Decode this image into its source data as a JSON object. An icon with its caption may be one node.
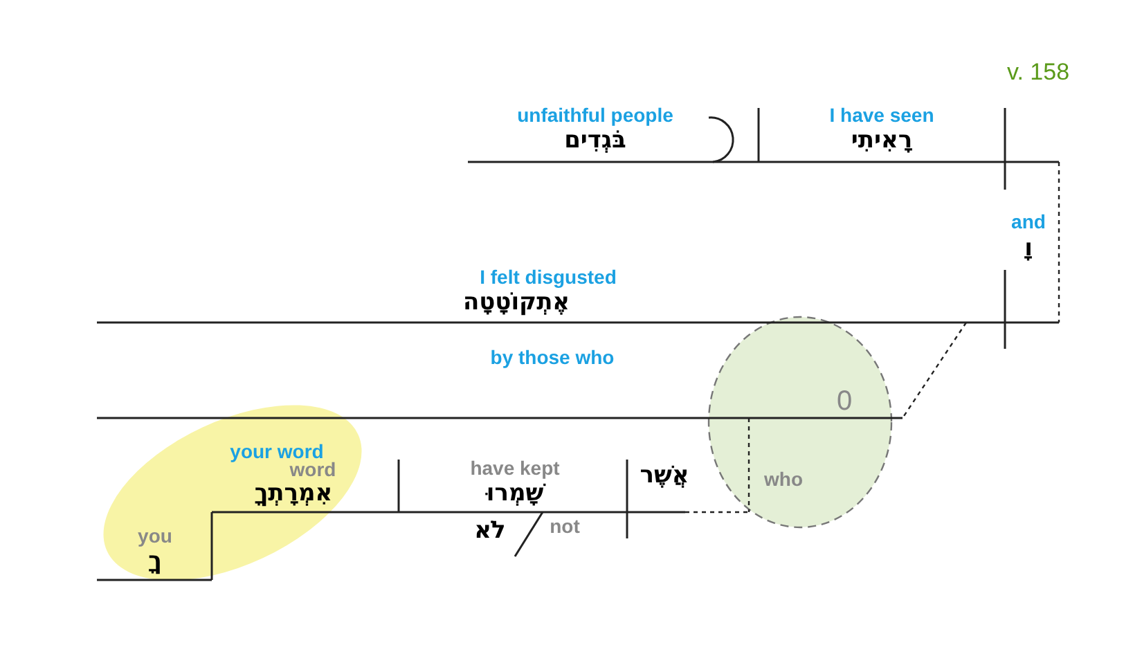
{
  "diagram": {
    "labels": [
      "v. 158",
      "unfaithful people",
      "בֹּגְדִים",
      "I have seen",
      "רָאִיתִי",
      "and",
      "וָ",
      "I felt disgusted",
      "אֶתְקוֹטָטָה",
      "by those who",
      "0",
      "your word",
      "word",
      "אִמְרָתְךָ",
      "have kept",
      "שָׁמְרוּ",
      "לֹא",
      "not",
      "אֲשֶׁר",
      "who",
      "you",
      "ךָ"
    ]
  }
}
